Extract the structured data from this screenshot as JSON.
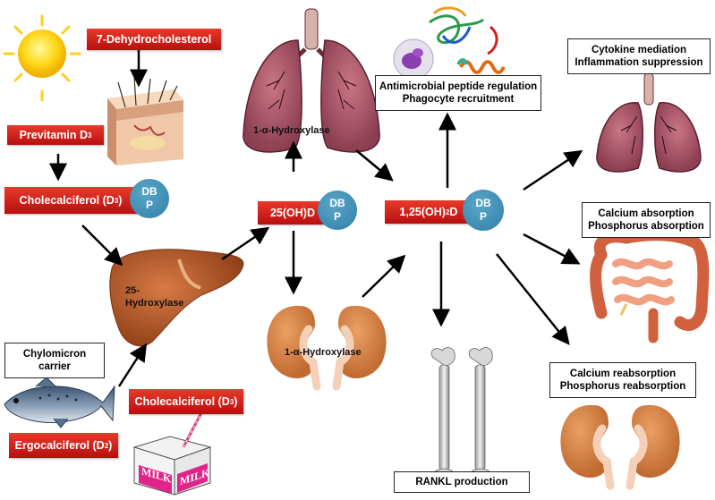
{
  "labels": {
    "dehydro": "7-Dehydrocholesterol",
    "previtamin": "Previtamin D",
    "previtamin_sub": "3",
    "cholecalciferol_d3": "Cholecalciferol (D",
    "cholecalciferol_d3_sub": "3",
    "cholecalciferol_d3_close": ")",
    "hydroxy25_label": "25(OH)D",
    "dihydroxy_label": "1,25(OH)",
    "dihydroxy_sub": "2",
    "dihydroxy_tail": "D",
    "cholecalciferol_milk": "Cholecalciferol (D",
    "cholecalciferol_milk_sub": "3",
    "cholecalciferol_milk_close": ")",
    "ergocalciferol": "Ergocalciferol (D",
    "ergocalciferol_sub": "2",
    "ergocalciferol_close": ")"
  },
  "dbp": {
    "line1": "DB",
    "line2": "P"
  },
  "organs": {
    "lung_enzyme": "1-α-Hydroxylase",
    "liver_enzyme_line1": "25-",
    "liver_enzyme_line2": "Hydroxylase",
    "kidney_enzyme": "1-α-Hydroxylase",
    "milk_text": "MILK"
  },
  "boxes": {
    "chylomicron_line1": "Chylomicron",
    "chylomicron_line2": "carrier",
    "antimicrobial_line1": "Antimicrobial peptide regulation",
    "antimicrobial_line2": "Phagocyte recruitment",
    "cytokine_line1": "Cytokine mediation",
    "cytokine_line2": "Inflammation suppression",
    "calcium_abs_line1": "Calcium absorption",
    "calcium_abs_line2": "Phosphorus absorption",
    "calcium_reabs_line1": "Calcium reabsorption",
    "calcium_reabs_line2": "Phosphorus reabsorption",
    "rankl": "RANKL production"
  },
  "colors": {
    "label_red": "#c81414",
    "dbp_blue": "#3a8bb0",
    "lung": "#a8566a",
    "liver": "#b35a2a",
    "kidney": "#d9884a",
    "intestine": "#e07a5a",
    "bone": "#d8d8d8"
  }
}
